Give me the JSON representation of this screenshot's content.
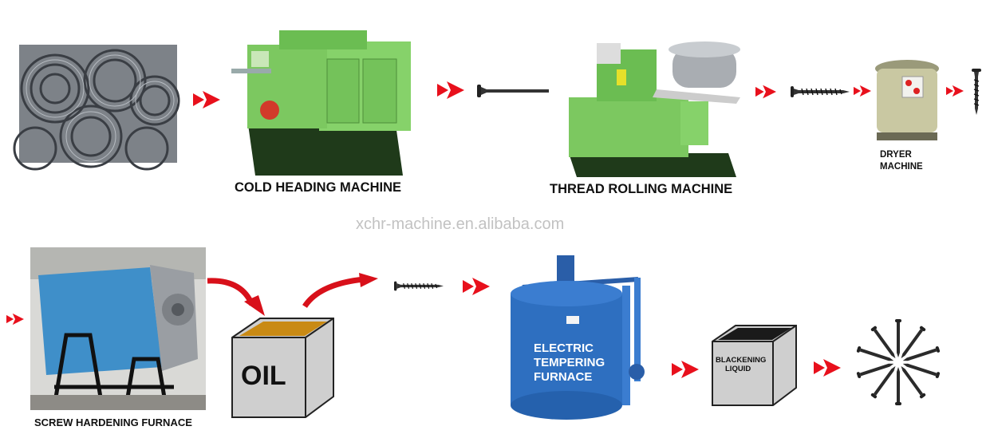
{
  "labels": {
    "cold_heading": "COLD HEADING MACHINE",
    "thread_rolling": "THREAD ROLLING MACHINE",
    "dryer_line1": "DRYER",
    "dryer_line2": "MACHINE",
    "watermark": "xchr-machine.en.alibaba.com",
    "screw_hardening": "SCREW HARDENING FURNACE",
    "oil": "OIL",
    "electric_line1": "ELECTRIC",
    "electric_line2": "TEMPERING",
    "electric_line3": "FURNACE",
    "blackening_line1": "BLACKENING",
    "blackening_line2": "LIQUID"
  },
  "colors": {
    "arrow_red": "#e8101c",
    "machine_green": "#86d26a",
    "machine_base": "#1f3a1a",
    "furnace_blue": "#2e6fc0",
    "steel_gray": "#8e9399",
    "oil_amber": "#c98a14",
    "box_gray": "#cfcfcf",
    "screw_black": "#222222"
  },
  "icons": [
    "wire-coil-icon",
    "arrow-icon",
    "screw-icon",
    "machine-icon",
    "furnace-icon",
    "box-icon"
  ]
}
